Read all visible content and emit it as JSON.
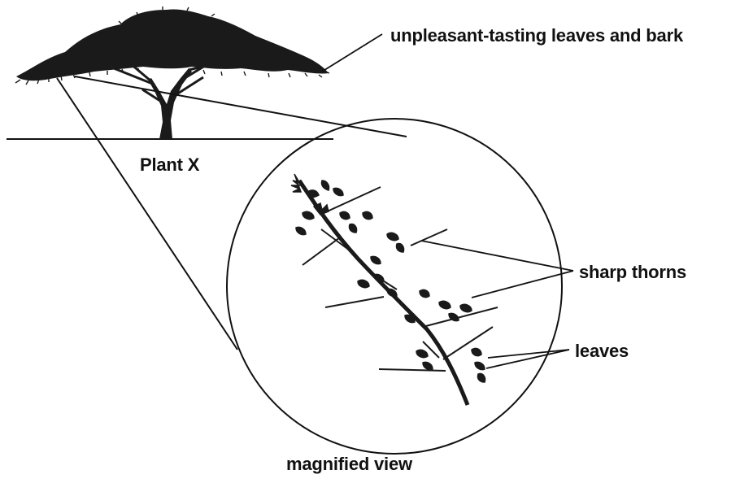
{
  "labels": {
    "foliage": "unpleasant-tasting leaves and bark",
    "plant": "Plant X",
    "thorns": "sharp thorns",
    "leaves": "leaves",
    "magnified": "magnified view"
  }
}
